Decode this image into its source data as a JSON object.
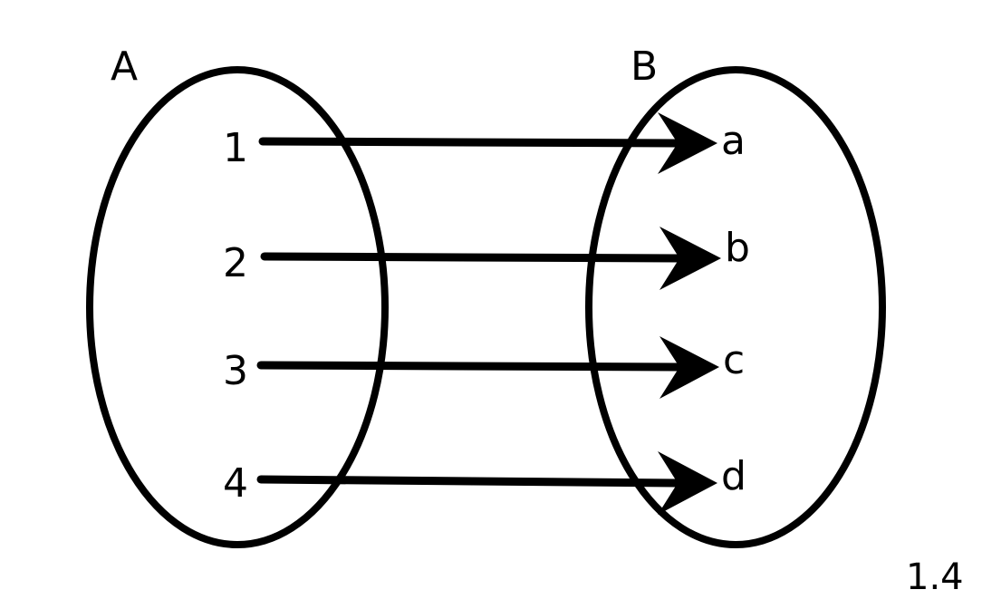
{
  "sets": {
    "domain": {
      "name": "A",
      "elements": [
        "1",
        "2",
        "3",
        "4"
      ]
    },
    "codomain": {
      "name": "B",
      "elements": [
        "a",
        "b",
        "c",
        "d"
      ]
    }
  },
  "mappings": [
    {
      "from": "1",
      "to": "a"
    },
    {
      "from": "2",
      "to": "b"
    },
    {
      "from": "3",
      "to": "c"
    },
    {
      "from": "4",
      "to": "d"
    }
  ],
  "figure_label": "1.4",
  "colors": {
    "stroke": "#000000",
    "background": "#ffffff"
  }
}
